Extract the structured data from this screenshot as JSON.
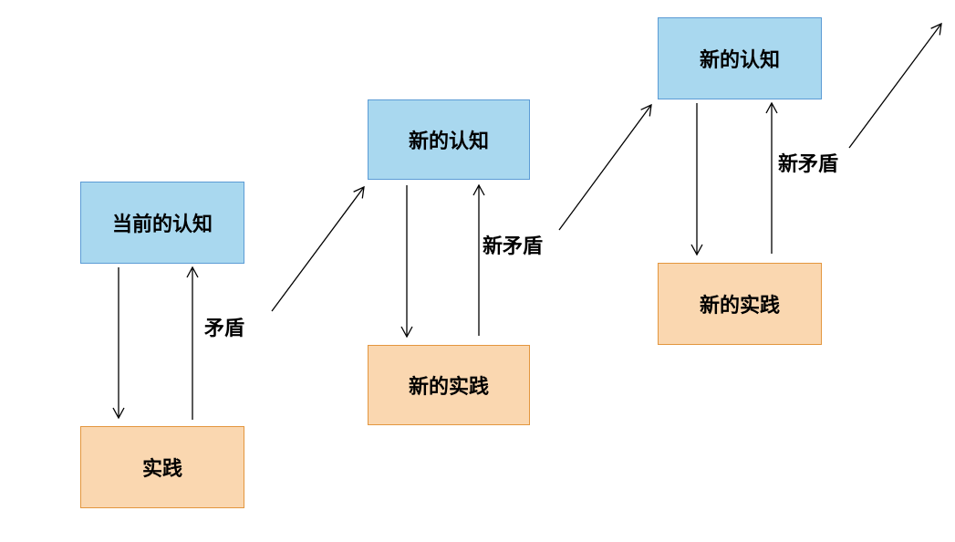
{
  "stage1": {
    "cognition": "当前的认知",
    "practice": "实践",
    "contradiction": "矛盾"
  },
  "stage2": {
    "cognition": "新的认知",
    "practice": "新的实践",
    "contradiction": "新矛盾"
  },
  "stage3": {
    "cognition": "新的认知",
    "practice": "新的实践",
    "contradiction": "新矛盾"
  },
  "colors": {
    "cognition_fill": "#a9d8ef",
    "cognition_border": "#5b9bd5",
    "practice_fill": "#fad7b0",
    "practice_border": "#e3963e",
    "arrow": "#000000"
  }
}
